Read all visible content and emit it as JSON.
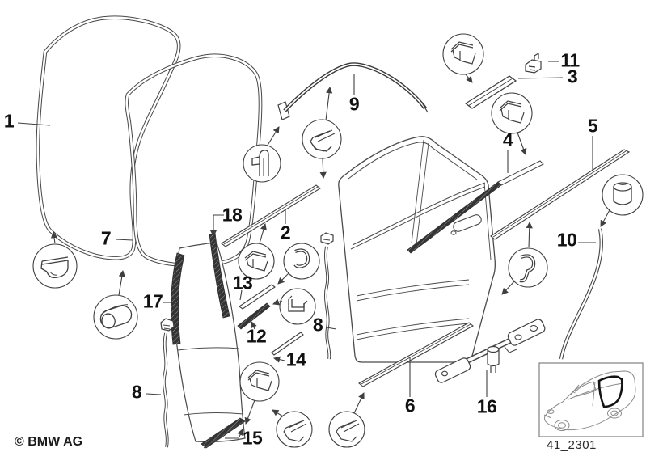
{
  "callouts": {
    "n1": "1",
    "n2": "2",
    "n3": "3",
    "n4": "4",
    "n5": "5",
    "n6": "6",
    "n7": "7",
    "n8_left": "8",
    "n8_right": "8",
    "n9": "9",
    "n10": "10",
    "n11": "11",
    "n12": "12",
    "n13": "13",
    "n14": "14",
    "n15": "15",
    "n16": "16",
    "n17": "17",
    "n18": "18"
  },
  "footer": {
    "copyright": "© BMW AG"
  },
  "inset": {
    "code": "41_2301"
  },
  "colors": {
    "line": "#3f3f3f",
    "label": "#111111",
    "background": "#ffffff"
  }
}
